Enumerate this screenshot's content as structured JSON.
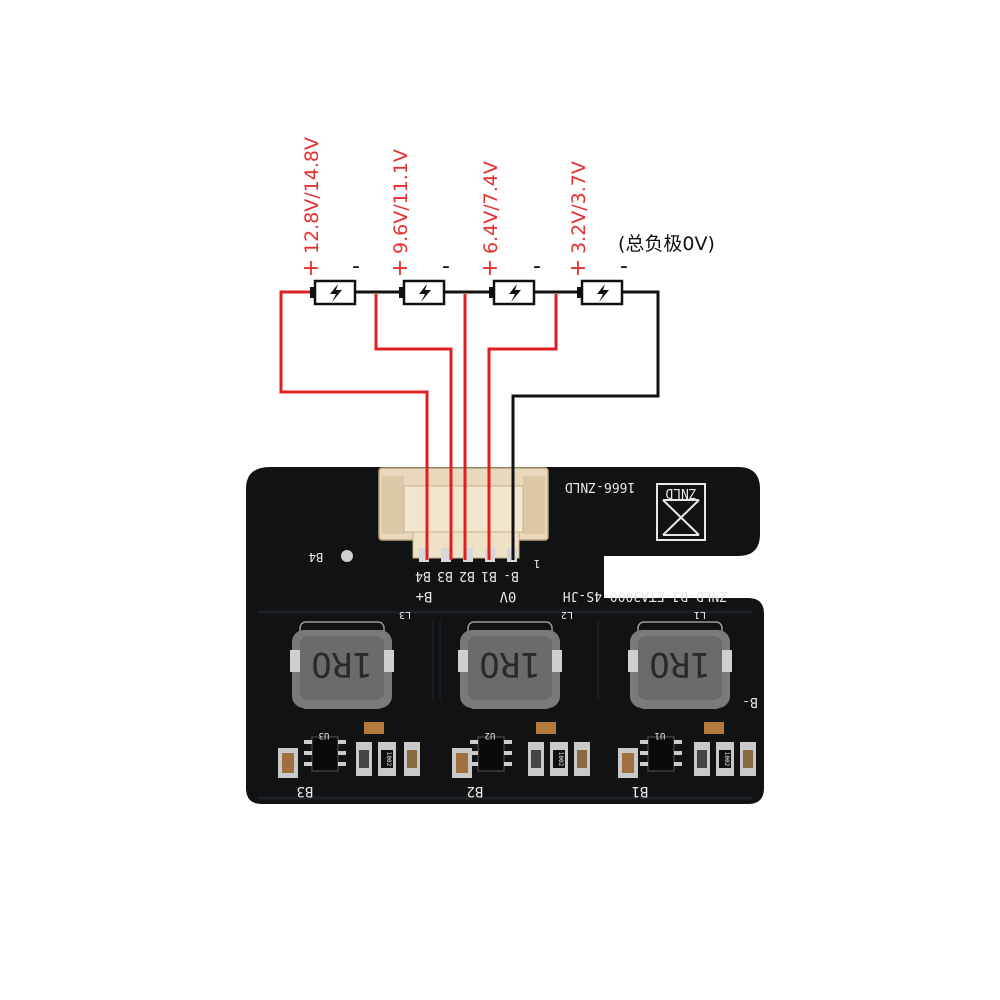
{
  "diagram": {
    "voltage_labels": [
      "12.8V/14.8V",
      "9.6V/11.1V",
      "6.4V/7.4V",
      "3.2V/3.7V"
    ],
    "plus_sign": "+",
    "minus_sign": "-",
    "total_negative": "(总负极0V)",
    "colors": {
      "positive_wire": "#e02020",
      "negative_wire": "#111111"
    }
  },
  "board": {
    "silkscreen_top": "1666-ZNLD",
    "logo_text": "ZNLD",
    "model": "ZNLD-DJ-ETA3000-4S-JH",
    "pin_labels": [
      "B4",
      "B3",
      "B2",
      "B1",
      "B-"
    ],
    "b_plus": "B+",
    "zero_v": "0V",
    "b4_mark": "B4",
    "b_minus_mark": "B-",
    "section_marks": [
      "B3",
      "B2",
      "B1"
    ],
    "inductor_marks": [
      "L3",
      "L2",
      "L1"
    ],
    "inductor_value": "1RO",
    "resistor_value": "1002",
    "ic_marks": [
      "U3",
      "U2",
      "U1"
    ],
    "pin1_mark": "1",
    "color": "#101214"
  }
}
